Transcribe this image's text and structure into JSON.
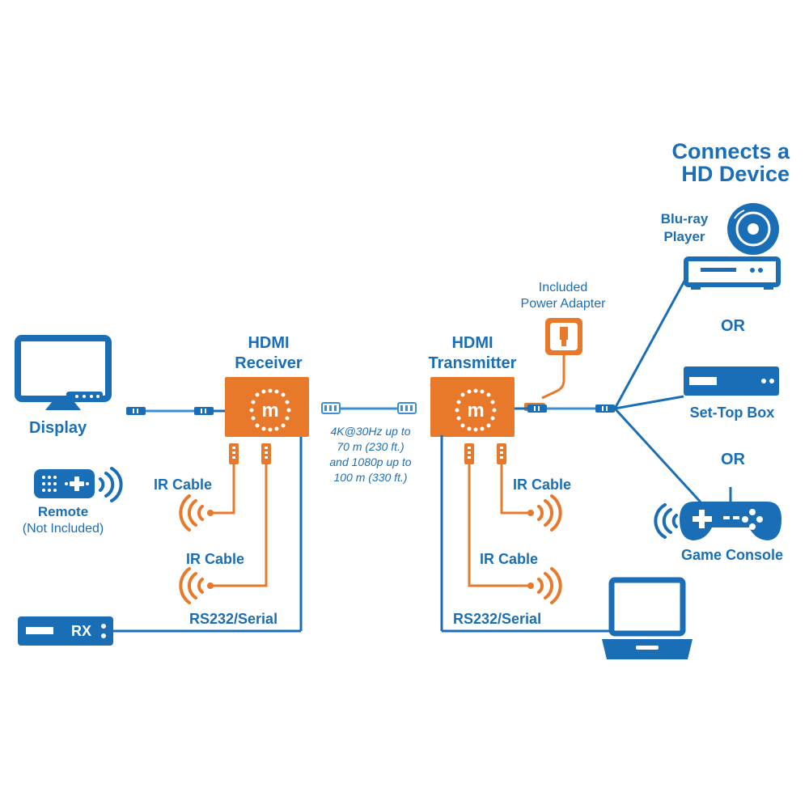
{
  "colors": {
    "blue": "#1a6eb5",
    "orange": "#e8782a",
    "white": "#ffffff",
    "cable_blue": "#3a8fd6"
  },
  "headline": {
    "line1": "Connects a",
    "line2": "HD Device"
  },
  "devices": {
    "display": "Display",
    "remote": "Remote",
    "remote_note": "(Not Included)",
    "rx_badge": "RX",
    "bluray_line1": "Blu-ray",
    "bluray_line2": "Player",
    "settop": "Set-Top Box",
    "game_console": "Game Console",
    "or_1": "OR",
    "or_2": "OR"
  },
  "receiver": {
    "line1": "HDMI",
    "line2": "Receiver",
    "logo_letter": "m",
    "ir_cable_1": "IR Cable",
    "ir_cable_2": "IR Cable",
    "serial": "RS232/Serial"
  },
  "transmitter": {
    "line1": "HDMI",
    "line2": "Transmitter",
    "logo_letter": "m",
    "ir_cable_1": "IR Cable",
    "ir_cable_2": "IR Cable",
    "serial": "RS232/Serial"
  },
  "power": {
    "line1": "Included",
    "line2": "Power Adapter"
  },
  "range_note": {
    "line1": "4K@30Hz up to",
    "line2": "70 m (230 ft.)",
    "line3": "and 1080p up to",
    "line4": "100 m (330 ft.)"
  },
  "icons": [
    "monitor-icon",
    "remote-icon",
    "ir-signal-icon",
    "rx-box-icon",
    "hdmi-cable-icon",
    "ethernet-cable-icon",
    "receiver-box-icon",
    "transmitter-box-icon",
    "power-adapter-icon",
    "disc-icon",
    "bluray-player-icon",
    "settop-box-icon",
    "gamepad-icon",
    "laptop-icon"
  ]
}
